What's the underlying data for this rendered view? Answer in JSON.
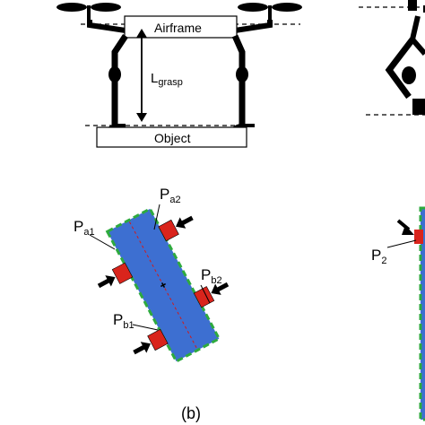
{
  "top": {
    "airframe_label": "Airframe",
    "object_label": "Object",
    "grasp_label_main": "L",
    "grasp_label_sub": "grasp"
  },
  "bottom_left": {
    "pa1_main": "P",
    "pa1_sub": "a1",
    "pa2_main": "P",
    "pa2_sub": "a2",
    "pb1_main": "P",
    "pb1_sub": "b1",
    "pb2_main": "P",
    "pb2_sub": "b2"
  },
  "bottom_right": {
    "p2_main": "P",
    "p2_sub": "2"
  },
  "caption": "(b)",
  "colors": {
    "bar_fill": "#3d6fd1",
    "bar_border": "#2eaa3e",
    "bar_axis": "#d11a1a",
    "pad_fill": "#d9241c",
    "line": "#000000"
  }
}
